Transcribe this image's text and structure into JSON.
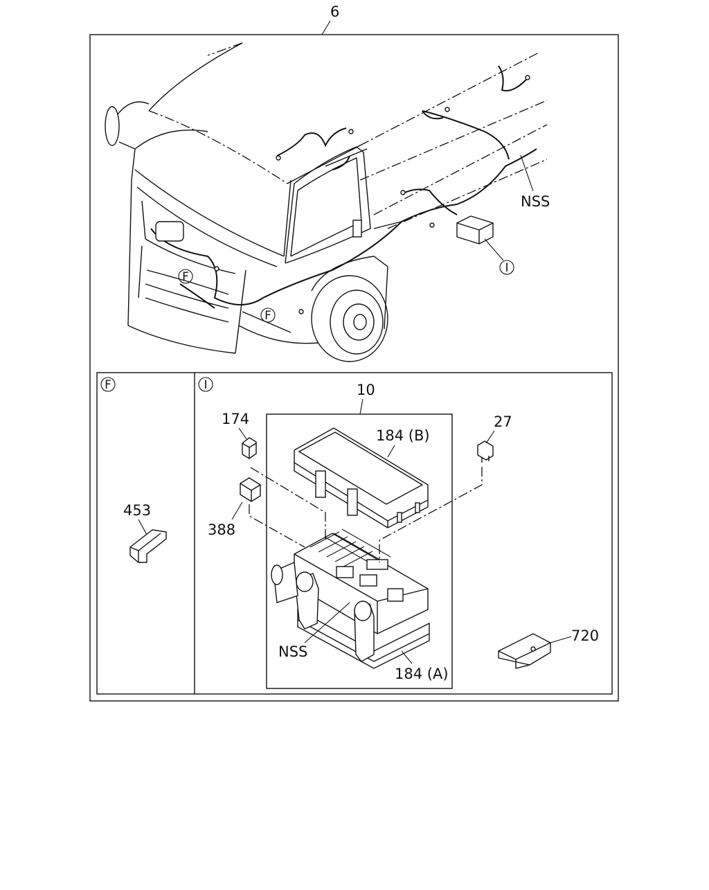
{
  "labels": {
    "assembly": "6",
    "nss_top": "NSS",
    "callout_f1": "F",
    "callout_f2": "F",
    "callout_i": "I",
    "detail_f": "F",
    "detail_i": "I",
    "fuse_box": "10",
    "relay_174": "174",
    "cover_b": "184 (B)",
    "fuse_27": "27",
    "part_453": "453",
    "relay_388": "388",
    "nss_box": "NSS",
    "base_a": "184 (A)",
    "bracket_720": "720"
  }
}
